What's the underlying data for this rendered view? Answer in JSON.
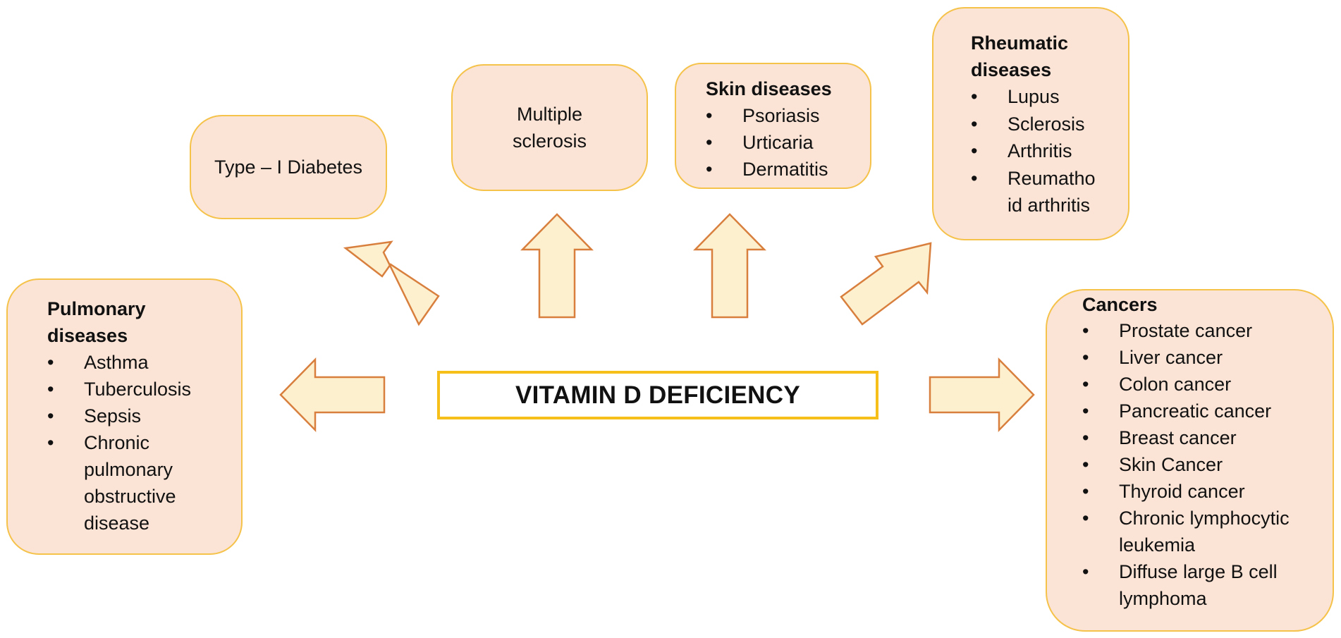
{
  "center": {
    "label": "VITAMIN D DEFICIENCY"
  },
  "pulmonary": {
    "title": "Pulmonary diseases",
    "items": [
      "Asthma",
      "Tuberculosis",
      "Sepsis",
      "Chronic pulmonary obstructive disease"
    ]
  },
  "diabetes": {
    "label": "Type – I Diabetes"
  },
  "multiple_sclerosis": {
    "label": "Multiple sclerosis"
  },
  "skin": {
    "title": "Skin diseases",
    "items": [
      "Psoriasis",
      "Urticaria",
      "Dermatitis"
    ]
  },
  "rheumatic": {
    "title": "Rheumatic diseases",
    "items": [
      "Lupus",
      "Sclerosis",
      "Arthritis",
      "Reumatho id arthritis"
    ]
  },
  "cancers": {
    "title": "Cancers",
    "items": [
      "Prostate cancer",
      "Liver cancer",
      "Colon cancer",
      "Pancreatic cancer",
      "Breast cancer",
      "Skin Cancer",
      "Thyroid cancer",
      "Chronic lymphocytic leukemia",
      "Diffuse large B cell lymphoma"
    ]
  },
  "colors": {
    "box_fill": "#fbe3d5",
    "box_border": "#f5c24a",
    "arrow_fill": "#fdf0ce",
    "arrow_stroke": "#d87f3e",
    "center_border": "#f7bf1a"
  }
}
